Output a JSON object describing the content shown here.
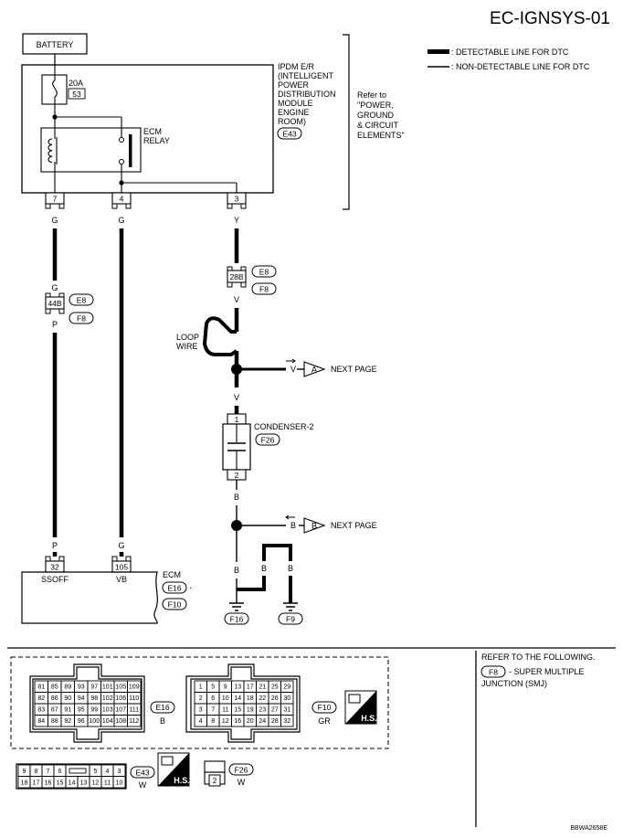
{
  "page_code": "EC-IGNSYS-01",
  "legend": {
    "detectable": ": DETECTABLE LINE FOR DTC",
    "non_detectable": ": NON-DETECTABLE LINE FOR DTC"
  },
  "battery": "BATTERY",
  "fuse": {
    "amp": "20A",
    "number": "53"
  },
  "ipdm": {
    "lines": [
      "IPDM E/R",
      "(INTELLIGENT",
      "POWER",
      "DISTRIBUTION",
      "MODULE",
      "ENGINE",
      "ROOM)"
    ],
    "connector": "E43"
  },
  "refer": {
    "lines": [
      "Refer to",
      "\"POWER,",
      "GROUND",
      "& CIRCUIT",
      "ELEMENTS\""
    ]
  },
  "ecm_relay": {
    "lines": [
      "ECM",
      "RELAY"
    ]
  },
  "ipdm_pins": [
    "7",
    "4",
    "3"
  ],
  "wire_colors": {
    "g": "G",
    "y": "Y",
    "v": "V",
    "p": "P",
    "b": "B"
  },
  "joint_1": {
    "pin": "44B",
    "connectors": [
      "E8",
      "F8"
    ]
  },
  "joint_2": {
    "pin": "28B",
    "connectors": [
      "E8",
      "F8"
    ]
  },
  "loop_wire": [
    "LOOP",
    "WIRE"
  ],
  "next_page": {
    "label": "NEXT PAGE",
    "a": "A",
    "b": "B"
  },
  "condenser": {
    "name": "CONDENSER-2",
    "connector": "F26",
    "pins": [
      "1",
      "2"
    ]
  },
  "ecm": {
    "name": "ECM",
    "connectors": [
      "E16",
      "F10"
    ],
    "pins": [
      "32",
      "105"
    ],
    "pin_names": [
      "SSOFF",
      "VB"
    ],
    "dot": "·"
  },
  "grounds": [
    "F16",
    "F9"
  ],
  "connector_views": {
    "e16": {
      "id": "E16",
      "color": "B",
      "rows": [
        [
          "81",
          "85",
          "89",
          "93",
          "97",
          "101",
          "105",
          "109"
        ],
        [
          "82",
          "86",
          "90",
          "94",
          "98",
          "102",
          "106",
          "110"
        ],
        [
          "83",
          "87",
          "91",
          "95",
          "99",
          "103",
          "107",
          "111"
        ],
        [
          "84",
          "88",
          "92",
          "96",
          "100",
          "104",
          "108",
          "112"
        ]
      ]
    },
    "f10": {
      "id": "F10",
      "color": "GR",
      "rows": [
        [
          "1",
          "5",
          "9",
          "13",
          "17",
          "21",
          "25",
          "29"
        ],
        [
          "2",
          "6",
          "10",
          "14",
          "18",
          "22",
          "26",
          "30"
        ],
        [
          "3",
          "7",
          "11",
          "15",
          "19",
          "23",
          "27",
          "31"
        ],
        [
          "4",
          "8",
          "12",
          "16",
          "20",
          "24",
          "28",
          "32"
        ]
      ]
    },
    "e43": {
      "id": "E43",
      "color": "W",
      "rows": [
        [
          "9",
          "8",
          "7",
          "6",
          "",
          "5",
          "4",
          "3"
        ],
        [
          "18",
          "17",
          "16",
          "15",
          "14",
          "13",
          "12",
          "11",
          "10"
        ]
      ]
    },
    "f26": {
      "id": "F26",
      "color": "W",
      "pins": [
        "1",
        "2"
      ]
    }
  },
  "hs_label": "H.S.",
  "refer_following": {
    "title": "REFER TO THE FOLLOWING.",
    "connector": "F8",
    "text_1": "- SUPER MULTIPLE",
    "text_2": "JUNCTION (SMJ)"
  },
  "figure_id": "BBWA2658E"
}
